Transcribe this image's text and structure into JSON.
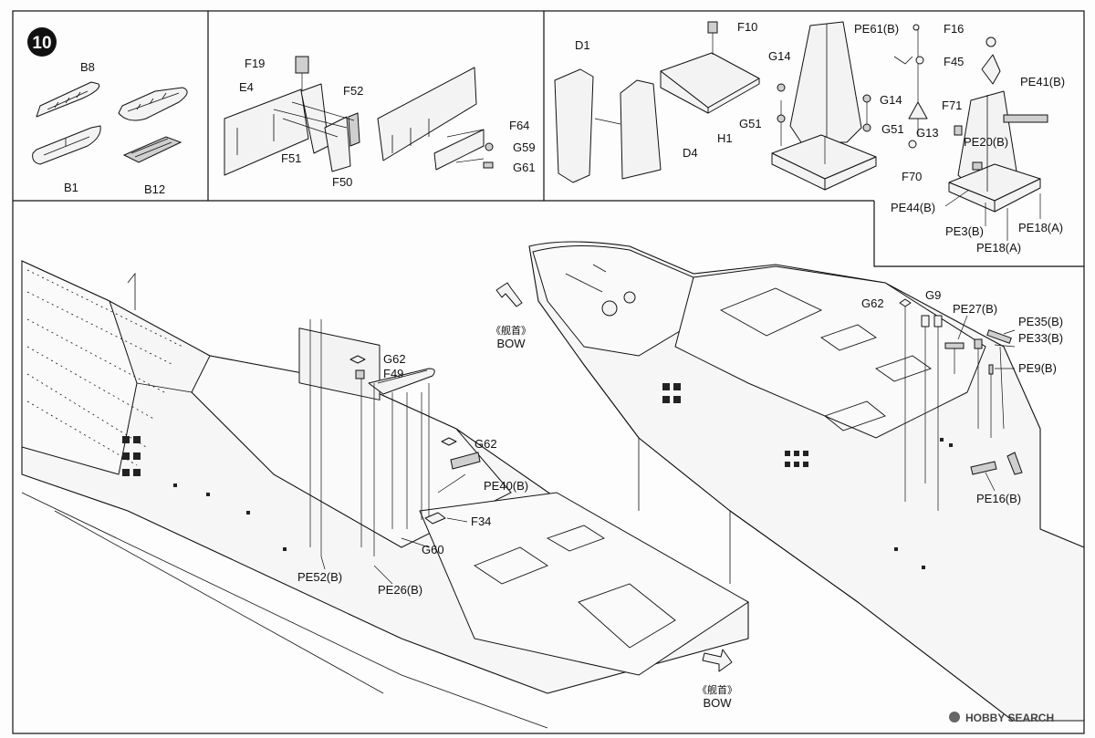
{
  "step": "10",
  "labels": {
    "b8": "B8",
    "b1": "B1",
    "b12": "B12",
    "f19": "F19",
    "e4": "E4",
    "f52": "F52",
    "f51": "F51",
    "f50": "F50",
    "f64": "F64",
    "g59": "G59",
    "g61": "G61",
    "d1": "D1",
    "d4": "D4",
    "f10": "F10",
    "h1": "H1",
    "g14a": "G14",
    "g51a": "G51",
    "pe61b": "PE61(B)",
    "f16": "F16",
    "f45": "F45",
    "g14b": "G14",
    "f71": "F71",
    "g51b": "G51",
    "g13": "G13",
    "f70": "F70",
    "pe41b": "PE41(B)",
    "pe20b": "PE20(B)",
    "pe44b": "PE44(B)",
    "pe3b": "PE3(B)",
    "pe18a1": "PE18(A)",
    "pe18a2": "PE18(A)",
    "g62a": "G62",
    "f49": "F49",
    "g62b": "G62",
    "pe40b": "PE40(B)",
    "f34": "F34",
    "g60": "G60",
    "pe52b": "PE52(B)",
    "pe26b": "PE26(B)",
    "g62c": "G62",
    "g9": "G9",
    "pe27b": "PE27(B)",
    "pe35b": "PE35(B)",
    "pe33b": "PE33(B)",
    "pe9b": "PE9(B)",
    "pe16b": "PE16(B)",
    "bow_cn_1": "《舰首》",
    "bow_en_1": "BOW",
    "bow_cn_2": "《舰首》",
    "bow_en_2": "BOW"
  },
  "watermark": "HOBBY SEARCH"
}
